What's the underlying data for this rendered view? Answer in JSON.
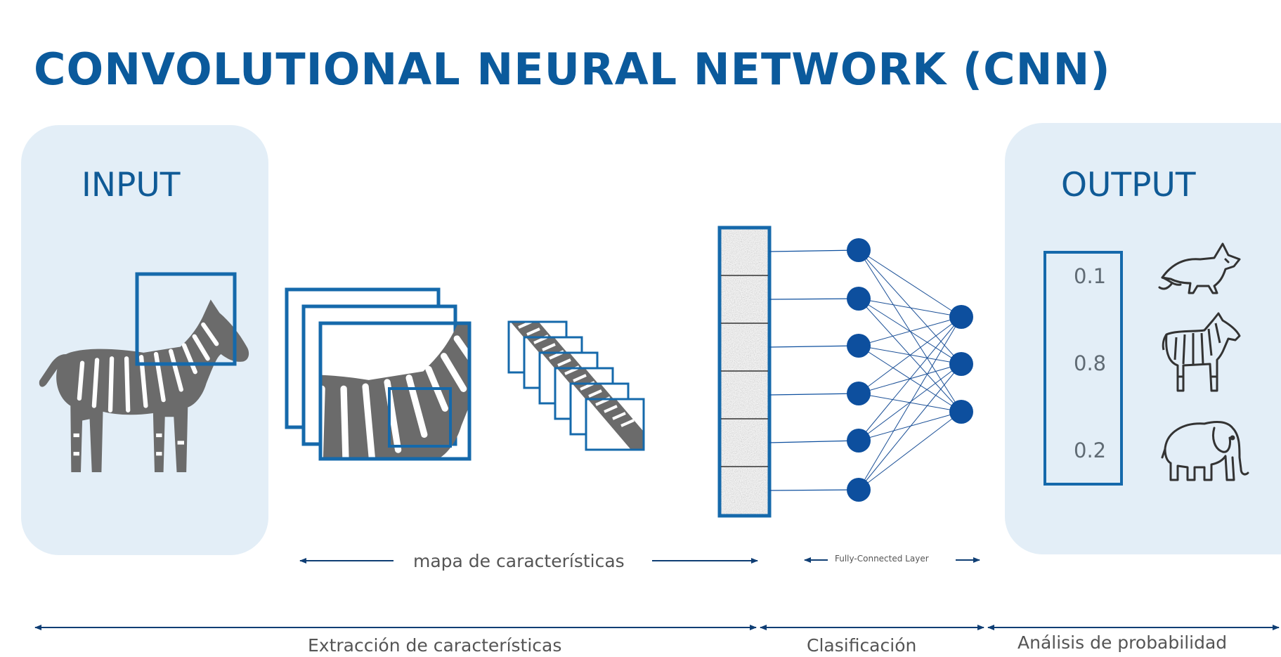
{
  "title": "CONVOLUTIONAL NEURAL NETWORK (CNN)",
  "input_label": "INPUT",
  "output_label": "OUTPUT",
  "probabilities": [
    "0.1",
    "0.8",
    "0.2"
  ],
  "output_icons": [
    "fox-icon",
    "zebra-icon",
    "elephant-icon"
  ],
  "labels": {
    "feature_map": "mapa de características",
    "fully_connected": "Fully-Connected Layer",
    "extraction": "Extracción de características",
    "classification": "Clasificación",
    "probability": "Análisis de probabilidad"
  },
  "colors": {
    "brand_blue": "#0b5a9c",
    "frame_blue": "#1569ab",
    "node_blue": "#0d4f9e",
    "panel_bg": "#e3eef7",
    "zebra_gray": "#6b6b6b"
  }
}
